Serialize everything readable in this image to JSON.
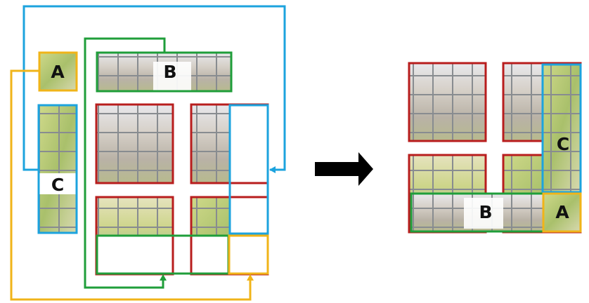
{
  "labels": {
    "a": "A",
    "b": "B",
    "c": "C"
  },
  "colors": {
    "crop_frame": "#b81d1d",
    "region_a": "#f0b419",
    "region_b": "#1f9e3a",
    "region_c": "#1ca3de",
    "arrow": "#000000"
  }
}
